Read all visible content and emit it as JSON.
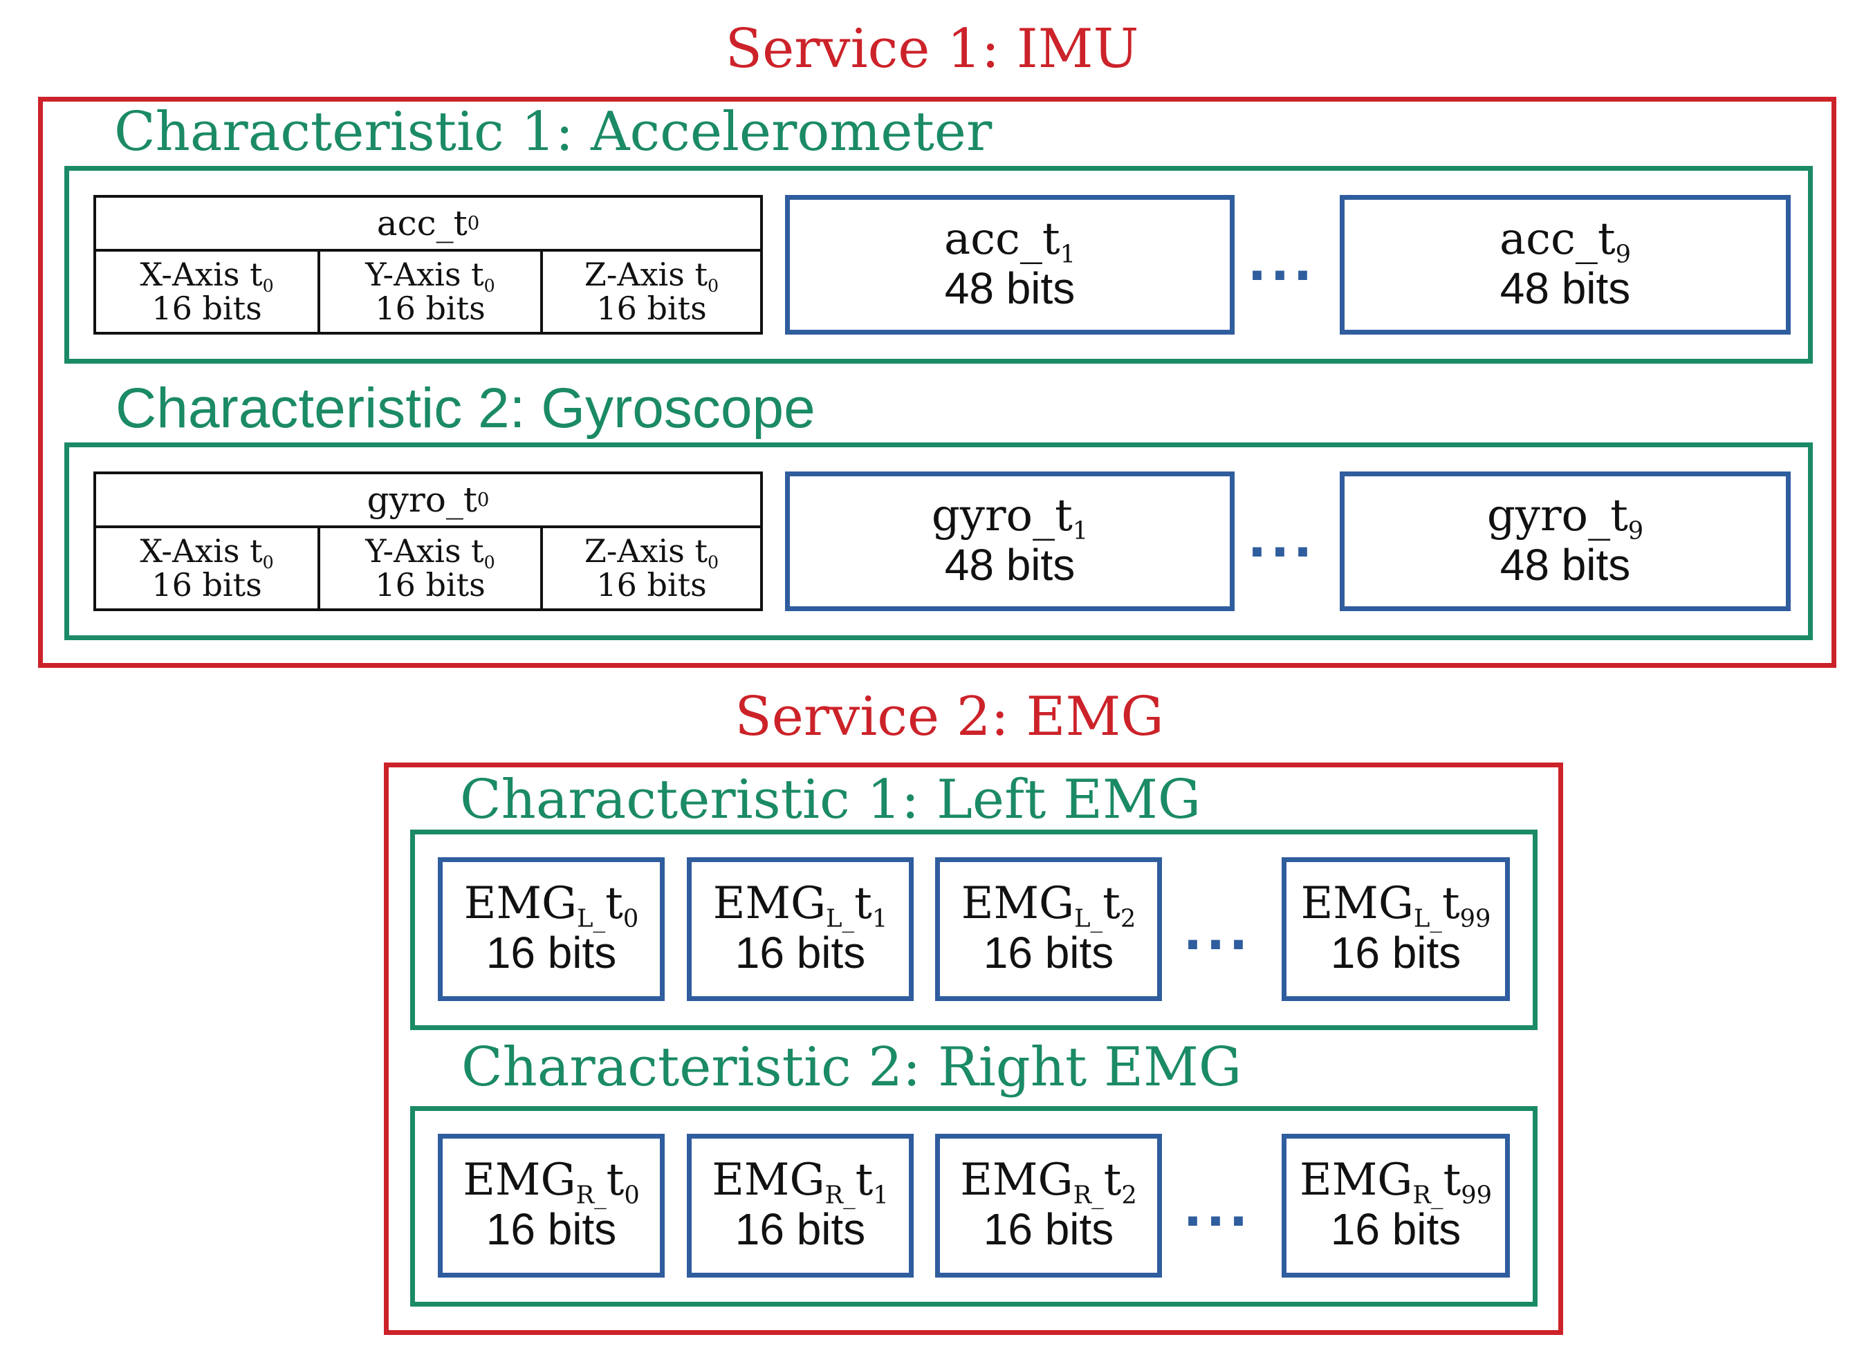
{
  "service1": {
    "title": "Service 1: IMU",
    "characteristics": [
      {
        "title": "Characteristic 1: Accelerometer",
        "t0": {
          "name": "acc_t",
          "sub": "0",
          "axes": [
            {
              "label": "X-Axis t",
              "sub": "0",
              "bits": "16 bits"
            },
            {
              "label": "Y-Axis t",
              "sub": "0",
              "bits": "16 bits"
            },
            {
              "label": "Z-Axis t",
              "sub": "0",
              "bits": "16 bits"
            }
          ]
        },
        "cells": [
          {
            "name": "acc_t",
            "sub": "1",
            "bits": "48 bits"
          },
          {
            "name": "acc_t",
            "sub": "9",
            "bits": "48 bits"
          }
        ],
        "ellipsis": "..."
      },
      {
        "title": "Characteristic 2: Gyroscope",
        "t0": {
          "name": "gyro_t",
          "sub": "0",
          "axes": [
            {
              "label": "X-Axis t",
              "sub": "0",
              "bits": "16 bits"
            },
            {
              "label": "Y-Axis t",
              "sub": "0",
              "bits": "16 bits"
            },
            {
              "label": "Z-Axis t",
              "sub": "0",
              "bits": "16 bits"
            }
          ]
        },
        "cells": [
          {
            "name": "gyro_t",
            "sub": "1",
            "bits": "48 bits"
          },
          {
            "name": "gyro_t",
            "sub": "9",
            "bits": "48 bits"
          }
        ],
        "ellipsis": "..."
      }
    ]
  },
  "service2": {
    "title": "Service 2: EMG",
    "characteristics": [
      {
        "title": "Characteristic 1: Left EMG",
        "cells": [
          {
            "name": "EMG",
            "side": "L",
            "sep": "_",
            "t": "t",
            "sub": "0",
            "bits": "16 bits"
          },
          {
            "name": "EMG",
            "side": "L",
            "sep": "_",
            "t": "t",
            "sub": "1",
            "bits": "16 bits"
          },
          {
            "name": "EMG",
            "side": "L",
            "sep": "_",
            "t": "t",
            "sub": "2",
            "bits": "16 bits"
          },
          {
            "name": "EMG",
            "side": "L",
            "sep": "_",
            "t": "t",
            "sub": "99",
            "bits": "16 bits"
          }
        ],
        "ellipsis": "..."
      },
      {
        "title": "Characteristic 2: Right EMG",
        "cells": [
          {
            "name": "EMG",
            "side": "R",
            "sep": "_",
            "t": "t",
            "sub": "0",
            "bits": "16 bits"
          },
          {
            "name": "EMG",
            "side": "R",
            "sep": "_",
            "t": "t",
            "sub": "1",
            "bits": "16 bits"
          },
          {
            "name": "EMG",
            "side": "R",
            "sep": "_",
            "t": "t",
            "sub": "2",
            "bits": "16 bits"
          },
          {
            "name": "EMG",
            "side": "R",
            "sep": "_",
            "t": "t",
            "sub": "99",
            "bits": "16 bits"
          }
        ],
        "ellipsis": "..."
      }
    ]
  },
  "colors": {
    "service": "#cc2229",
    "characteristic": "#1b8a66",
    "packet": "#2f5d9e",
    "text": "#111111"
  }
}
